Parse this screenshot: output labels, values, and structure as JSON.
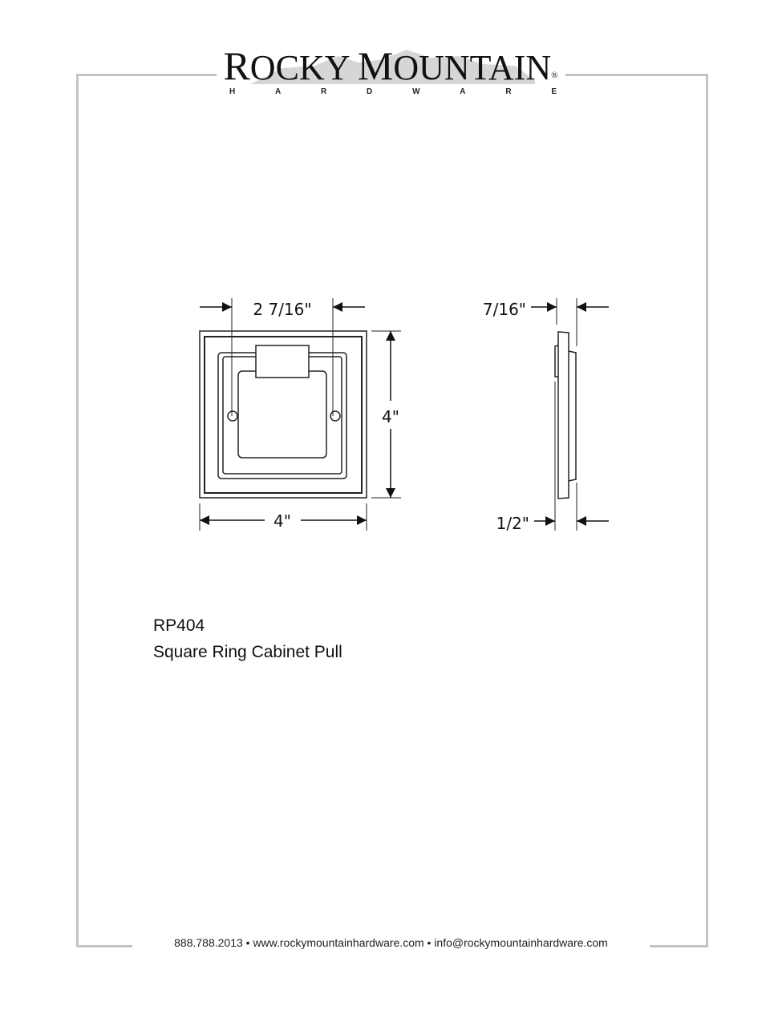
{
  "logo": {
    "brand": "ROCKY MOUNTAIN",
    "brand_first_R": "R",
    "brand_rest1": "OCKY ",
    "brand_first_M": "M",
    "brand_rest2": "OUNTAIN",
    "registered": "®",
    "sub_letters": [
      "H",
      "A",
      "R",
      "D",
      "W",
      "A",
      "R",
      "E"
    ]
  },
  "drawing": {
    "front_width_label": "4\"",
    "front_height_label": "4\"",
    "ring_span_label": "2 7/16\"",
    "side_top_label": "7/16\"",
    "side_bottom_label": "1/2\""
  },
  "product": {
    "sku": "RP404",
    "name": "Square Ring Cabinet Pull"
  },
  "footer": {
    "text": "888.788.2013 • www.rockymountainhardware.com • info@rockymountainhardware.com"
  }
}
